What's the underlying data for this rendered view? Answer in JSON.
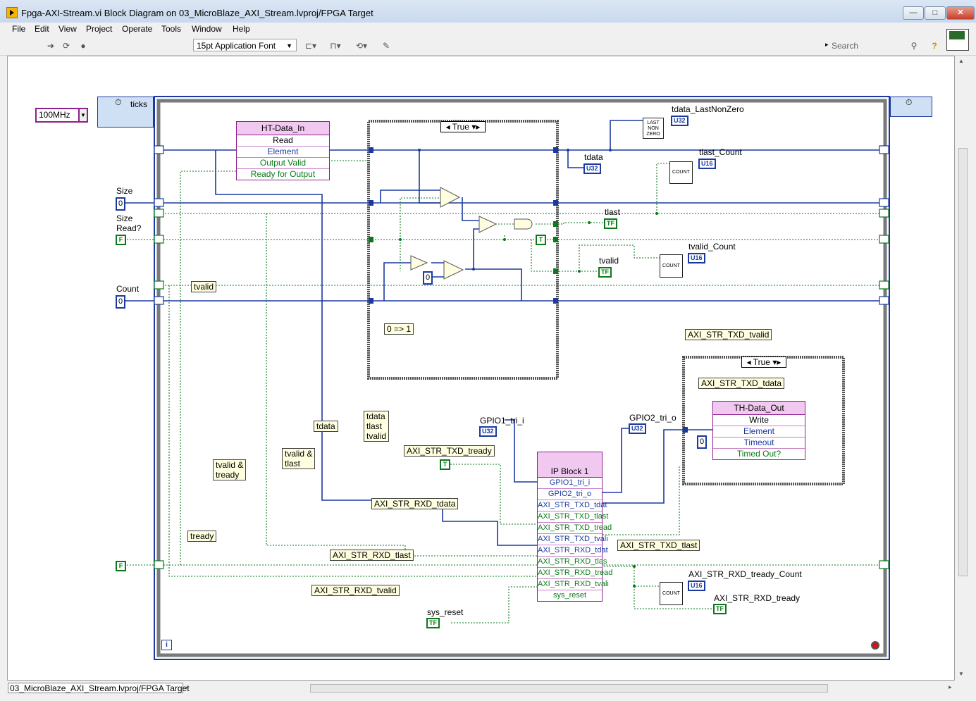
{
  "window": {
    "title": "Fpga-AXI-Stream.vi Block Diagram on 03_MicroBlaze_AXI_Stream.lvproj/FPGA Target",
    "buttons": {
      "minimize": "—",
      "maximize": "□",
      "close": "✕"
    }
  },
  "menu": [
    "File",
    "Edit",
    "View",
    "Project",
    "Operate",
    "Tools",
    "Window",
    "Help"
  ],
  "toolbar": {
    "font": "15pt Application Font",
    "search_placeholder": "Search",
    "help_icon": "?"
  },
  "status": {
    "target": "03_MicroBlaze_AXI_Stream.lvproj/FPGA Target"
  },
  "diagram": {
    "clock": {
      "value": "100MHz",
      "loop_label": "ticks"
    },
    "controls": {
      "size_label": "Size",
      "size_value": "0",
      "size_read_label": "Size\nRead?",
      "size_read_value": "F",
      "count_label": "Count",
      "count_value": "0",
      "bottom_bool": "F",
      "timeout_value": "0",
      "case_const": "0"
    },
    "notes": {
      "tvalid": "tvalid",
      "tdata": "tdata",
      "tdata_tlast_tvalid": "tdata\ntlast\ntvalid",
      "tvalid_tlast": "tvalid &\ntlast",
      "tvalid_tready": "tvalid &\ntready",
      "tready": "tready",
      "zero_to_one": "0 => 1",
      "axi_txd_tvalid": "AXI_STR_TXD_tvalid",
      "axi_txd_tdata": "AXI_STR_TXD_tdata",
      "axi_txd_tready": "AXI_STR_TXD_tready",
      "axi_rxd_tdata": "AXI_STR_RXD_tdata",
      "axi_rxd_tlast": "AXI_STR_RXD_tlast",
      "axi_txd_tlast": "AXI_STR_TXD_tlast",
      "axi_rxd_tvalid": "AXI_STR_RXD_tvalid"
    },
    "indicators": {
      "tdata_lastnonzero": "tdata_LastNonZero",
      "tdata": "tdata",
      "tlast_count": "tlast_Count",
      "tlast": "tlast",
      "tvalid": "tvalid",
      "tvalid_count": "tvalid_Count",
      "gpio1": "GPIO1_tri_i",
      "gpio2": "GPIO2_tri_o",
      "rxd_tready_count": "AXI_STR_RXD_tready_Count",
      "rxd_tready": "AXI_STR_RXD_tready",
      "sys_reset": "sys_reset"
    },
    "types": {
      "u32": "U32",
      "u16": "U16",
      "tf": "TF",
      "t": "T"
    },
    "count_block": "COUNT",
    "lastnonzero_block": "LAST\nNON\nZERO",
    "case1": {
      "selector": "True"
    },
    "case2": {
      "selector": "True"
    },
    "ht_node": {
      "title": "HT-Data_In",
      "rows": [
        "Read",
        "Element",
        "Output Valid",
        "Ready for Output"
      ]
    },
    "th_node": {
      "title": "TH-Data_Out",
      "rows": [
        "Write",
        "Element",
        "Timeout",
        "Timed Out?"
      ]
    },
    "ip_block": {
      "title": "IP Block 1",
      "rows": [
        "GPIO1_tri_i",
        "GPIO2_tri_o",
        "AXI_STR_TXD_tdat",
        "AXI_STR_TXD_tlast",
        "AXI_STR_TXD_tread",
        "AXI_STR_TXD_tvali",
        "AXI_STR_RXD_tdat",
        "AXI_STR_RXD_tlas",
        "AXI_STR_RXD_tread",
        "AXI_STR_RXD_tvali",
        "sys_reset"
      ]
    }
  },
  "colors": {
    "blue_wire": "#1a3aa0",
    "green_wire": "#0a7a18",
    "node_pink": "#f0c8f0",
    "note_bg": "#ffffe0"
  }
}
